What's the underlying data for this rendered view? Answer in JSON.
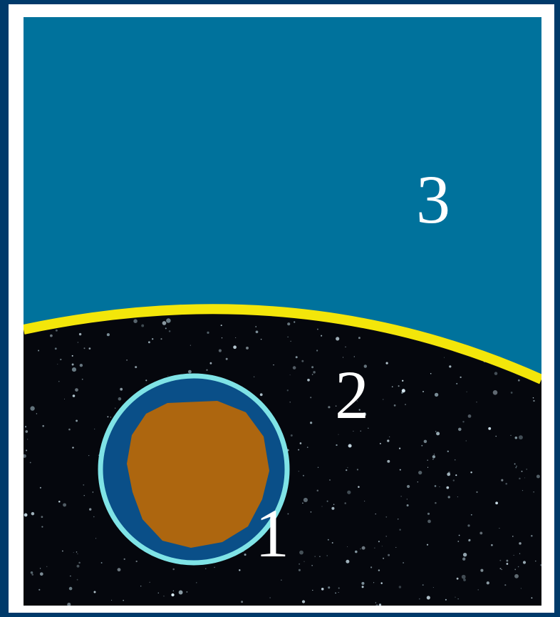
{
  "labels": {
    "region_1": "1",
    "region_2": "2",
    "region_3": "3"
  },
  "colors": {
    "border": "#003a6a",
    "panel_bg": "#ffffff",
    "upper_region": "#00729c",
    "boundary_line": "#f3e60a",
    "space": "#05070d",
    "ring": "#7fe3e6",
    "sphere_shell": "#0a4f88",
    "core": "#ad660f",
    "label_text": "#ffffff"
  }
}
